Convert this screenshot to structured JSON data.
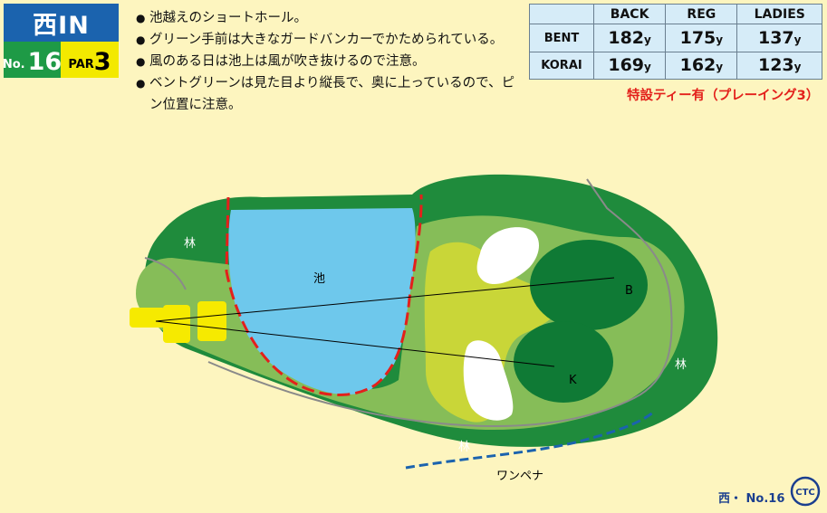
{
  "header": {
    "course": "西IN",
    "hole_prefix": "No.",
    "hole_number": "16",
    "par_prefix": "PAR",
    "par_number": "3"
  },
  "notes": [
    "池越えのショートホール。",
    "グリーン手前は大きなガードバンカーでかためられている。",
    "風のある日は池上は風が吹き抜けるので注意。",
    "ベントグリーンは見た目より縦長で、奥に上っているので、ピン位置に注意。"
  ],
  "yardage": {
    "columns": [
      "BACK",
      "REG",
      "LADIES"
    ],
    "rows": [
      {
        "label": "BENT",
        "values": [
          "182",
          "175",
          "137"
        ]
      },
      {
        "label": "KORAI",
        "values": [
          "169",
          "162",
          "123"
        ]
      }
    ],
    "unit": "y"
  },
  "special_tee": "特設ティー有（プレーイング3）",
  "map_labels": {
    "pond": "池",
    "trees_left": "林",
    "trees_right": "林",
    "trees_bottom": "林",
    "green_b": "B",
    "green_k": "K",
    "onepena": "ワンペナ"
  },
  "footer": "西・ No.16",
  "logo_text": "CTC",
  "colors": {
    "rough_dark": "#1f8b3c",
    "fairway": "#86bd58",
    "green": "#0f7a35",
    "pond": "#6ec8ec",
    "sand": "#ffffff",
    "tee": "#f6ea00",
    "light_fairway": "#c9d638",
    "hazard_red": "#e3201b",
    "ob_blue": "#1b63ae"
  }
}
